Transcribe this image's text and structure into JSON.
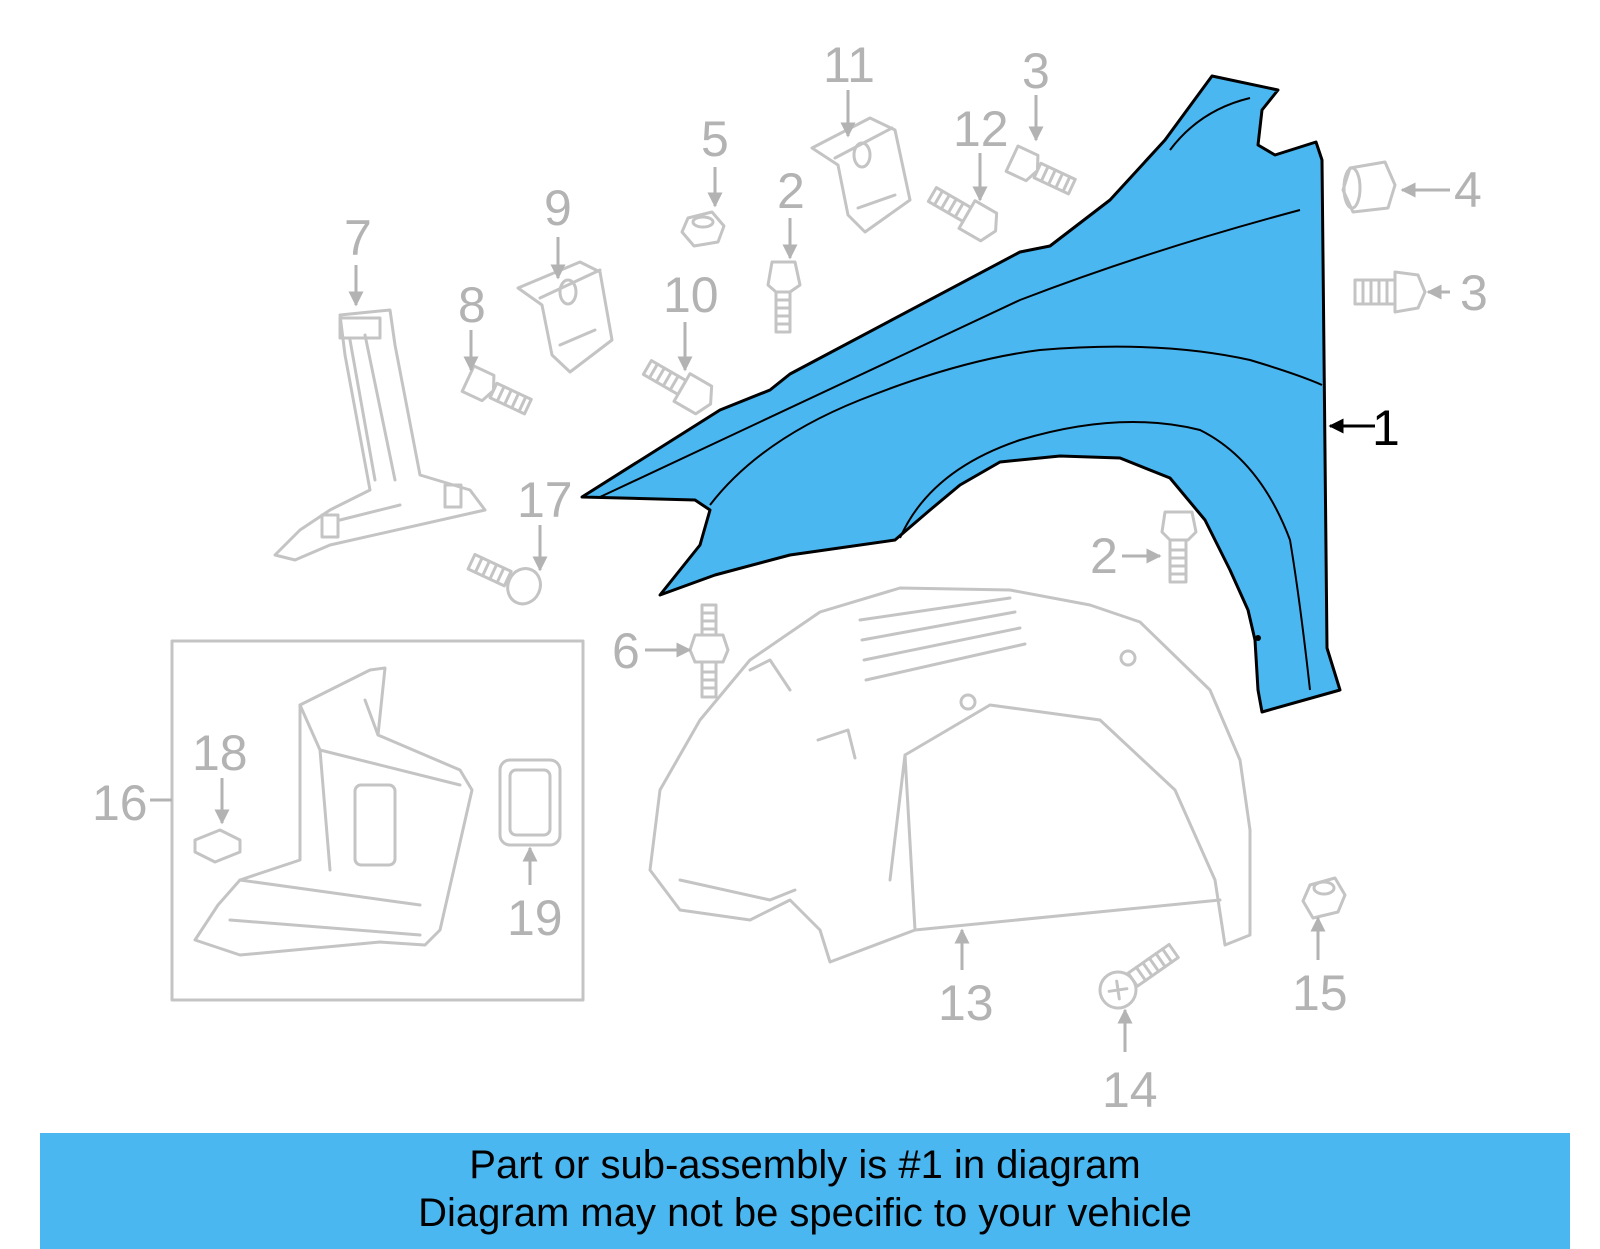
{
  "callouts": {
    "c1": "1",
    "c2a": "2",
    "c2b": "2",
    "c3a": "3",
    "c3b": "3",
    "c4": "4",
    "c5": "5",
    "c6": "6",
    "c7": "7",
    "c8": "8",
    "c9": "9",
    "c10": "10",
    "c11": "11",
    "c12": "12",
    "c13": "13",
    "c14": "14",
    "c15": "15",
    "c16": "16",
    "c17": "17",
    "c18": "18",
    "c19": "19"
  },
  "highlight": {
    "part_number": "1",
    "color": "#4ab7f1"
  },
  "colors": {
    "ghost_lines": "#c4c4c4",
    "ghost_labels": "#b3b3b3",
    "banner": "#4ab7f1"
  },
  "footer": {
    "line1": "Part or sub-assembly is #1 in diagram",
    "line2": "Diagram may not be specific to your vehicle"
  }
}
